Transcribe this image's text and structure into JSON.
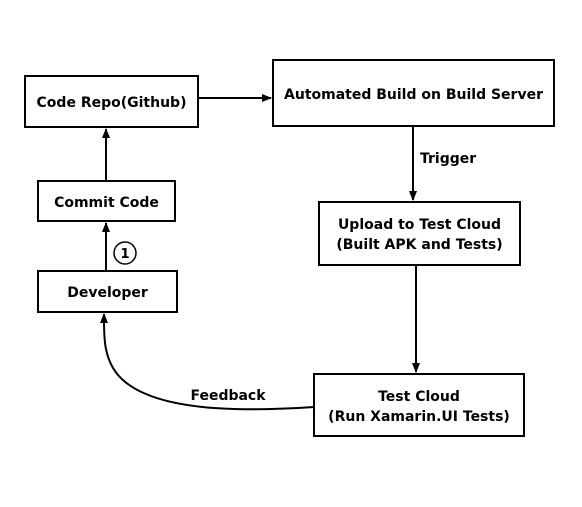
{
  "nodes": {
    "code_repo": {
      "lines": [
        "Code Repo(Github)"
      ]
    },
    "automated_build": {
      "lines": [
        "Automated Build on Build Server"
      ]
    },
    "commit_code": {
      "lines": [
        "Commit Code"
      ]
    },
    "upload_test_cloud": {
      "lines": [
        "Upload to Test Cloud",
        "(Built APK and Tests)"
      ]
    },
    "developer": {
      "lines": [
        "Developer"
      ]
    },
    "test_cloud": {
      "lines": [
        "Test Cloud",
        "(Run Xamarin.UI Tests)"
      ]
    }
  },
  "edges": {
    "trigger_label": "Trigger",
    "feedback_label": "Feedback"
  },
  "badge": {
    "number": "1"
  },
  "colors": {
    "stroke": "#000000",
    "box_fill": "#ffffff",
    "text": "#000000"
  }
}
